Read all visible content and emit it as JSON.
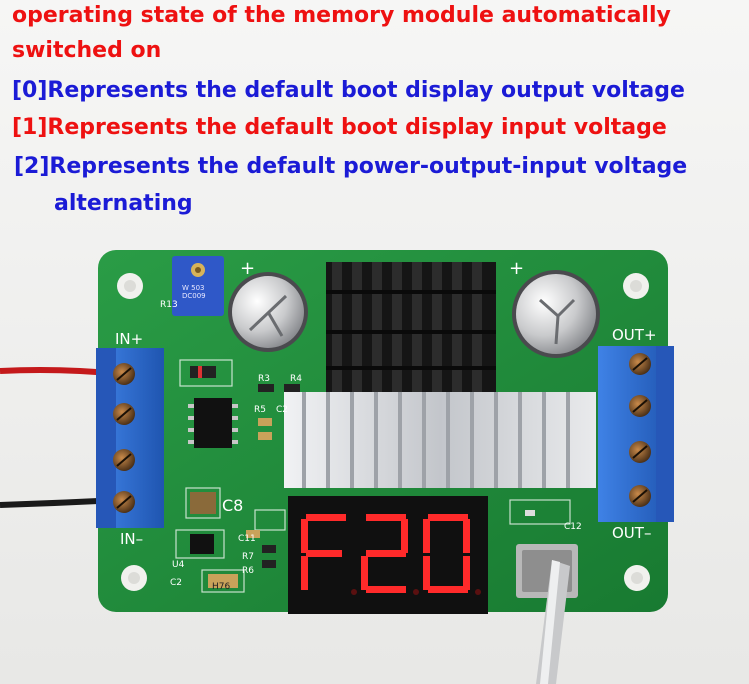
{
  "caption": {
    "line1": "operating state of the memory module automatically",
    "line2": "switched on",
    "line3": "[0]Represents the default boot display output voltage",
    "line4": "[1]Represents the default boot display input voltage",
    "line5": "[2]Represents the default power-output-input voltage",
    "line6": "alternating"
  },
  "board": {
    "labels": {
      "in_plus": "IN+",
      "in_minus": "IN–",
      "out_plus": "OUT+",
      "out_minus": "OUT–",
      "c8": "C8",
      "r13": "R13",
      "r3": "R3",
      "r4": "R4",
      "r5": "R5",
      "c2a": "C2",
      "c2b": "C2",
      "c11": "C11",
      "c12": "C12",
      "r7": "R7",
      "r6": "R6",
      "u4": "U4",
      "h76": "H76",
      "pot_marking": "W 503\nDC009",
      "plus_left": "+",
      "plus_right": "+"
    },
    "display_reading": "F20",
    "colors": {
      "pcb": "#1f8a3a",
      "terminal": "#2f6fd0",
      "segment_on": "#ff2a2a",
      "heatsink_black": "#1b1b1b",
      "heatsink_silver": "#d6d8dc"
    }
  }
}
